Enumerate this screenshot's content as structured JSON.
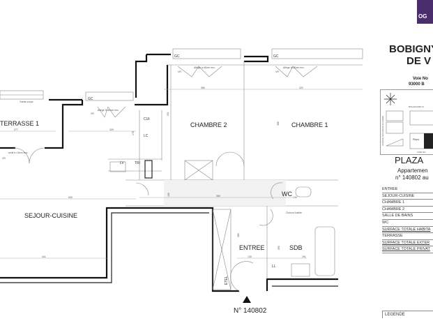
{
  "plan": {
    "rooms": {
      "terrasse": "TERRASSE 1",
      "sejour": "SEJOUR-CUISINE",
      "chambre2": "CHAMBRE 2",
      "chambre1": "CHAMBRE 1",
      "entree": "ENTREE",
      "sdb": "SDB",
      "wc": "WC"
    },
    "fixtures": {
      "cui": "CUI",
      "lc": "LC",
      "lv": "LV",
      "tri": "TRI",
      "ll": "LL",
      "etel": "ETEL",
      "gc1": "GC",
      "gc2": "GC",
      "gc3": "GC",
      "vr1": "VR",
      "vr2": "VR",
      "vr3": "VR",
      "vr4": "VR",
      "allege1": "Allège h=60cm env.",
      "allege2": "Allège h=60cm env.",
      "allege3": "Allège h=60cm env.",
      "seuil": "seuil h=15cm env.",
      "cloison": "Cloison fusible",
      "garde_corps": "Garde-corps"
    },
    "dimensions": {
      "terrasse_w": "277",
      "sejour_top": "329",
      "ch2_w": "380",
      "ch1_w": "322",
      "ch2_h": "331",
      "ch1_h": "386",
      "sejour_w": "630",
      "sejour_bottom": "441",
      "couloir_w": "389",
      "couloir_h": "180",
      "wc_w": "134",
      "entree_w": "130",
      "entree_h": "380",
      "sdb_w": "291",
      "sdb_h": "390",
      "cui_h": "178"
    },
    "lot_number": "N° 140802"
  },
  "panel": {
    "logo_text": "OG",
    "title_line1": "BOBIGNY",
    "title_line2": "DE V",
    "address_line1": "Voie No",
    "address_line2": "93000 B",
    "map_labels": {
      "street_top": "BOULEVARD M",
      "street_left": "AVENUE SALVADOR ALLENDE",
      "street_bottom": "VOIE NO",
      "plaza": "Plaza"
    },
    "program": "PLAZA",
    "apartment_line1": "Appartemen",
    "apartment_line2": "n° 140802 au",
    "table_rows": [
      "ENTREE",
      "SEJOUR-CUISINE",
      "CHAMBRE 1",
      "CHAMBRE 2",
      "SALLE DE BAINS",
      "WC",
      "SURFACE TOTALE HABITA",
      "TERRASSE",
      "SURFACE TOTALE EXTER",
      "SURFACE TOTALE PRIVAT"
    ],
    "legend_title": "LEGENDE",
    "logo_color": "#4a2d6d"
  }
}
